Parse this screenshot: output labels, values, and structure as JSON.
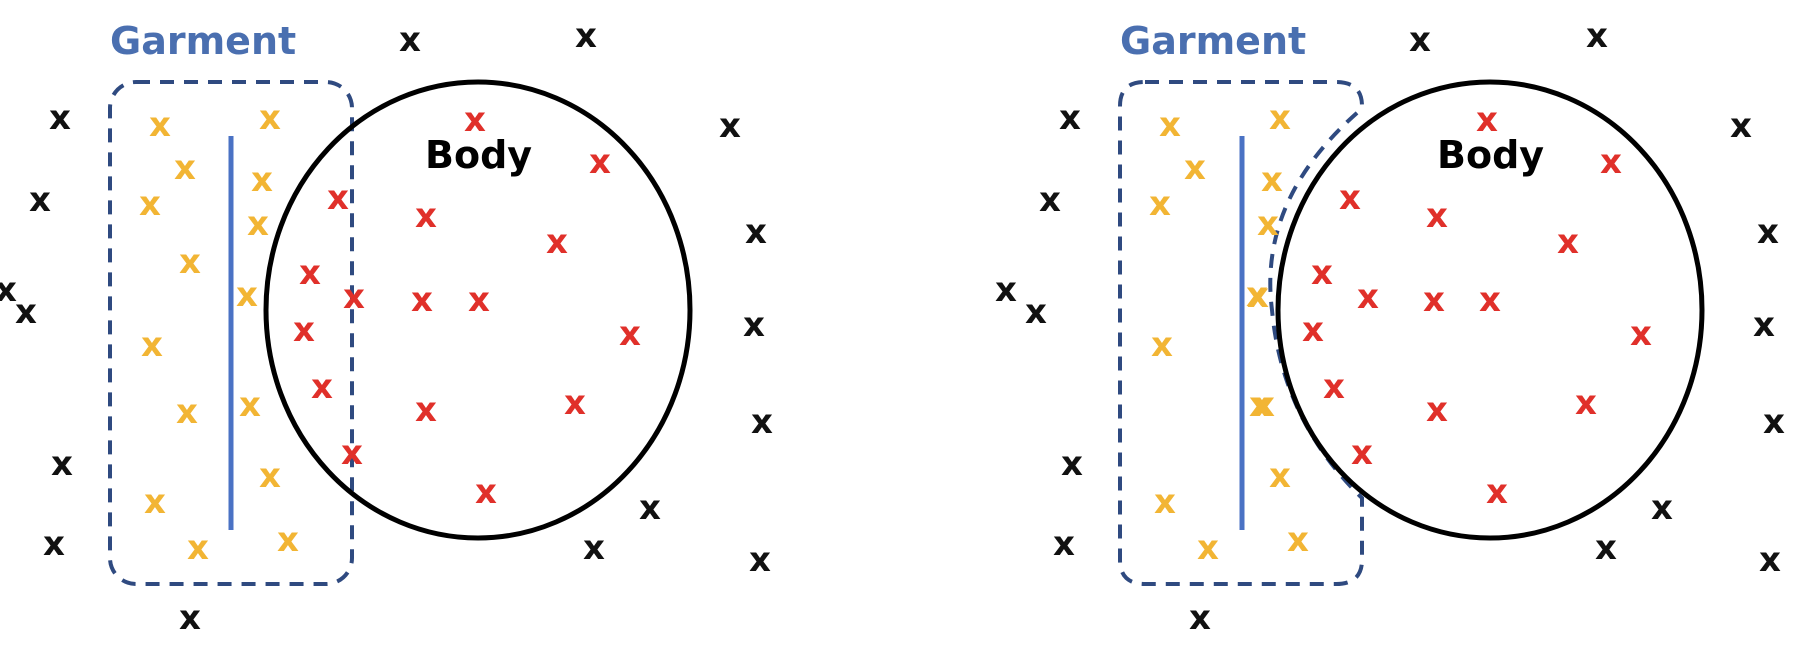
{
  "colors": {
    "garment_box": "#2f4a80",
    "garment_label": "#4a6fb0",
    "center_line": "#4a72c4",
    "garment_points": "#f2b534",
    "body_points": "#e0302a",
    "outside_points": "#111111",
    "body_outline": "#000000"
  },
  "panels": [
    {
      "garment_label": "Garment",
      "body_label": "Body",
      "mark_glyph": "x",
      "garment_shape": "rounded-rectangle",
      "garment_wraps_body": false
    },
    {
      "garment_label": "Garment",
      "body_label": "Body",
      "mark_glyph": "x",
      "garment_shape": "rounded-rectangle-with-curved-right-edge",
      "garment_wraps_body": true
    }
  ]
}
